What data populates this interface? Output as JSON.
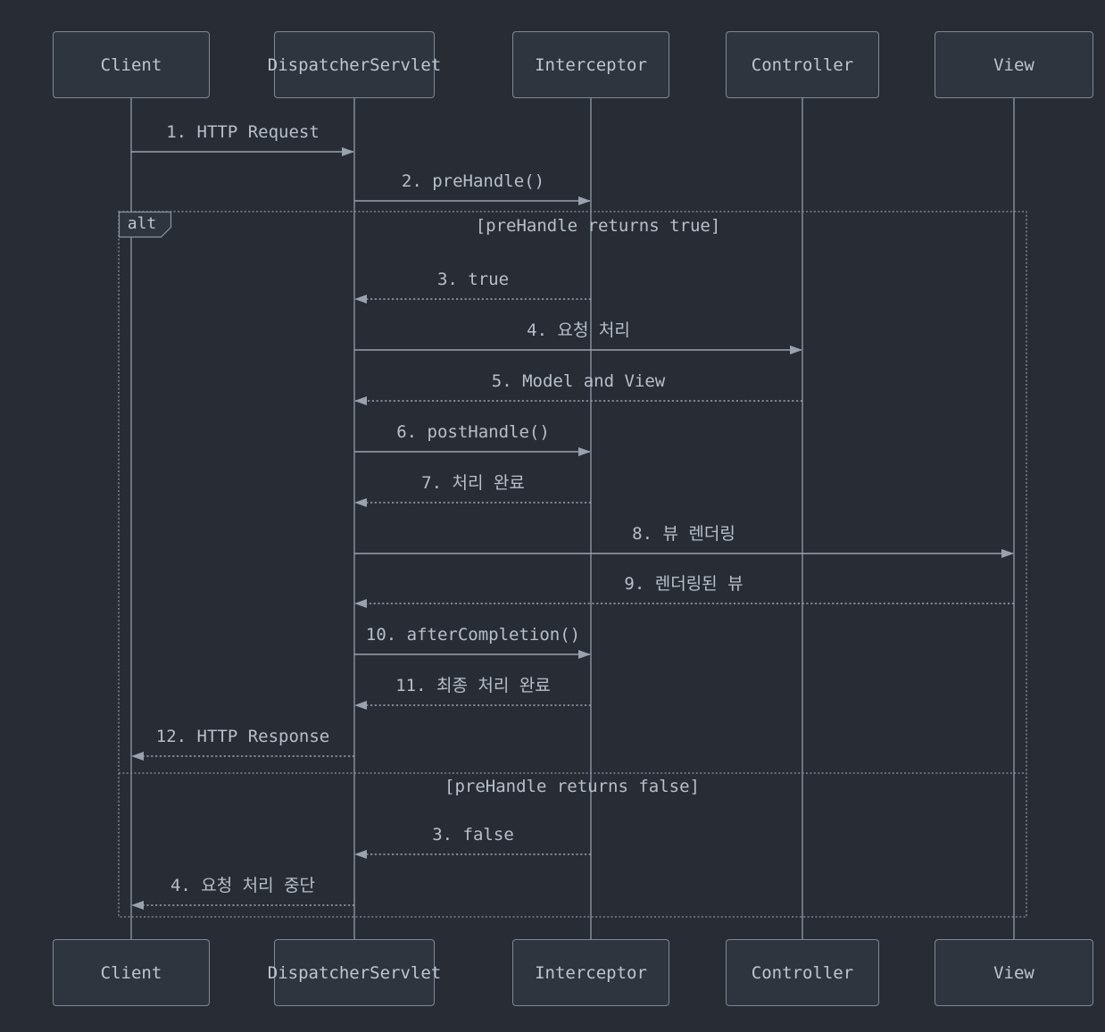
{
  "colors": {
    "bg": "#282d35",
    "box-fill": "#2f353e",
    "box-border": "#7e8894",
    "text": "#bdc5d1",
    "msg-text": "#b7bfca",
    "line": "#9aa2ae",
    "line-dim": "#79828e",
    "frame": "#8a94a1"
  },
  "diagram_type": "sequence",
  "participants": [
    {
      "name": "Client"
    },
    {
      "name": "DispatcherServlet"
    },
    {
      "name": "Interceptor"
    },
    {
      "name": "Controller"
    },
    {
      "name": "View"
    }
  ],
  "alt": {
    "label": "alt",
    "conditions": [
      {
        "text": "[preHandle returns true]"
      },
      {
        "text": "[preHandle returns false]"
      }
    ]
  },
  "messages": [
    {
      "label": "1. HTTP Request",
      "from": "Client",
      "to": "DispatcherServlet",
      "line": "solid"
    },
    {
      "label": "2. preHandle()",
      "from": "DispatcherServlet",
      "to": "Interceptor",
      "line": "solid"
    },
    {
      "label": "3. true",
      "from": "Interceptor",
      "to": "DispatcherServlet",
      "line": "dashed"
    },
    {
      "label": "4. 요청 처리",
      "from": "DispatcherServlet",
      "to": "Controller",
      "line": "solid"
    },
    {
      "label": "5. Model and View",
      "from": "Controller",
      "to": "DispatcherServlet",
      "line": "dashed"
    },
    {
      "label": "6. postHandle()",
      "from": "DispatcherServlet",
      "to": "Interceptor",
      "line": "solid"
    },
    {
      "label": "7. 처리 완료",
      "from": "Interceptor",
      "to": "DispatcherServlet",
      "line": "dashed"
    },
    {
      "label": "8. 뷰 렌더링",
      "from": "DispatcherServlet",
      "to": "View",
      "line": "solid"
    },
    {
      "label": "9. 렌더링된 뷰",
      "from": "View",
      "to": "DispatcherServlet",
      "line": "dashed"
    },
    {
      "label": "10. afterCompletion()",
      "from": "DispatcherServlet",
      "to": "Interceptor",
      "line": "solid"
    },
    {
      "label": "11. 최종 처리 완료",
      "from": "Interceptor",
      "to": "DispatcherServlet",
      "line": "dashed"
    },
    {
      "label": "12. HTTP Response",
      "from": "DispatcherServlet",
      "to": "Client",
      "line": "dashed"
    },
    {
      "label": "3. false",
      "from": "Interceptor",
      "to": "DispatcherServlet",
      "line": "dashed"
    },
    {
      "label": "4. 요청 처리 중단",
      "from": "DispatcherServlet",
      "to": "Client",
      "line": "dashed"
    }
  ]
}
